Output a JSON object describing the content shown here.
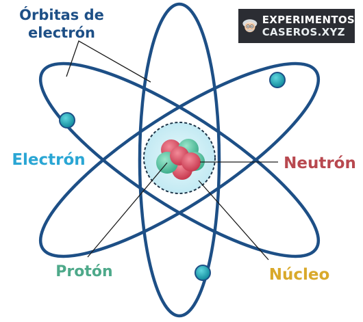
{
  "labels": {
    "orbits_line1": "Órbitas de",
    "orbits_line2": "electrón",
    "electron": "Electrón",
    "neutron": "Neutrón",
    "proton": "Protón",
    "nucleus": "Núcleo"
  },
  "logo": {
    "line1": "EXPERIMENTOS",
    "line2": "CASEROS.XYZ"
  },
  "colors": {
    "orbit": "#1d4f86",
    "electron": "#1aa0b0",
    "proton": "#5fc9aa",
    "neutron": "#d9566a",
    "label_blue": "#1d4f86",
    "label_electron": "#2aa6d4",
    "label_neutron": "#b8484f",
    "label_proton": "#4ea98a",
    "label_nucleus": "#d9a92b",
    "nucleus_halo": "#bfe8f2",
    "logo_bg": "#2b2d33"
  },
  "icons": {
    "logo_face": "scientist-face-icon"
  }
}
